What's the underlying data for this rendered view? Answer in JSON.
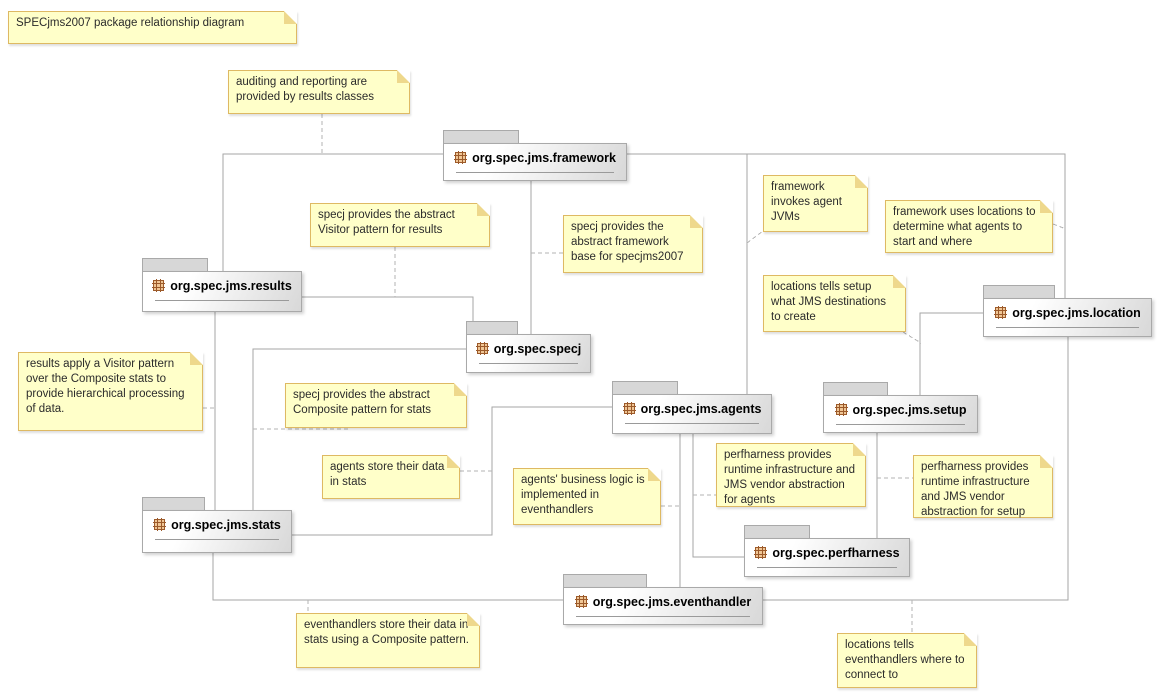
{
  "diagram": {
    "title": "SPECjms2007 package relationship diagram"
  },
  "packages": [
    {
      "id": "framework",
      "label": "org.spec.jms.framework"
    },
    {
      "id": "results",
      "label": "org.spec.jms.results"
    },
    {
      "id": "specj",
      "label": "org.spec.specj"
    },
    {
      "id": "agents",
      "label": "org.spec.jms.agents"
    },
    {
      "id": "setup",
      "label": "org.spec.jms.setup"
    },
    {
      "id": "location",
      "label": "org.spec.jms.location"
    },
    {
      "id": "stats",
      "label": "org.spec.jms.stats"
    },
    {
      "id": "perfharness",
      "label": "org.spec.perfharness"
    },
    {
      "id": "eventhandler",
      "label": "org.spec.jms.eventhandler"
    }
  ],
  "notes": [
    {
      "id": "title",
      "text": "SPECjms2007 package relationship diagram"
    },
    {
      "id": "auditing",
      "text": "auditing and reporting are provided by results classes"
    },
    {
      "id": "visitor_results",
      "text": "specj provides the abstract Visitor pattern for results"
    },
    {
      "id": "framework_base",
      "text": "specj provides the abstract framework base for specjms2007"
    },
    {
      "id": "invokes_jvms",
      "text": "framework invokes agent JVMs"
    },
    {
      "id": "uses_locations",
      "text": "framework uses locations to determine what agents to start and where"
    },
    {
      "id": "tells_setup",
      "text": "locations tells setup what JMS destinations to create"
    },
    {
      "id": "results_visitor",
      "text": "results apply a Visitor pattern over the Composite stats to provide hierarchical processing of data."
    },
    {
      "id": "composite_stats",
      "text": "specj provides the abstract Composite pattern for stats"
    },
    {
      "id": "agents_store",
      "text": "agents store their data in stats"
    },
    {
      "id": "business_logic",
      "text": "agents' business logic is implemented in eventhandlers"
    },
    {
      "id": "perf_agents",
      "text": "perfharness provides runtime infrastructure and JMS vendor abstraction for agents"
    },
    {
      "id": "perf_setup",
      "text": "perfharness provides runtime infrastructure and JMS vendor abstraction for setup"
    },
    {
      "id": "eventhandlers_store",
      "text": "eventhandlers store their data in stats using a Composite pattern."
    },
    {
      "id": "locations_eventhandlers",
      "text": "locations tells eventhandlers where to connect to"
    }
  ],
  "icons": {
    "package": "package-grid-icon"
  },
  "colors": {
    "note_fill": "#FFFFC9",
    "note_border": "#DEB963",
    "note_fold": "#EED88C",
    "package_tab": "#D7D7D7",
    "package_border": "#A9A9A9",
    "connector": "#A6A6A6",
    "icon_stroke": "#9C5A2A",
    "icon_fill": "#F0C695",
    "text": "#2B2B2B"
  }
}
